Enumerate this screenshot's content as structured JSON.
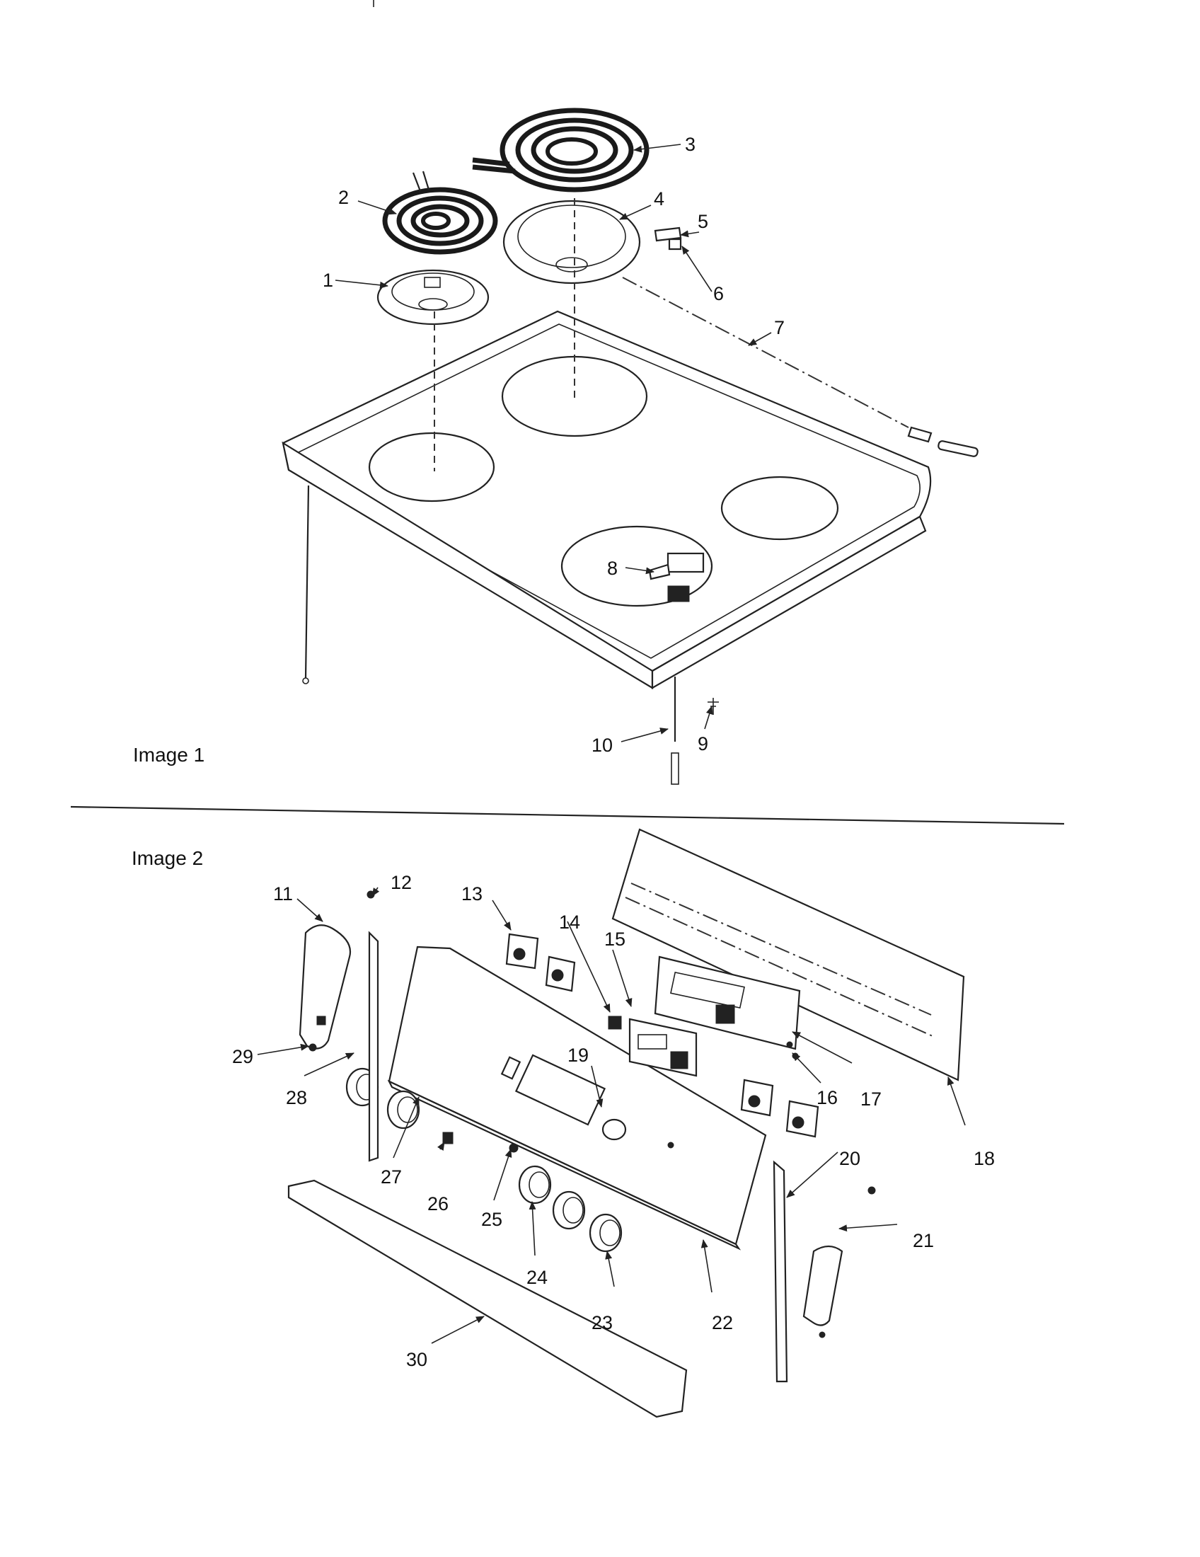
{
  "captions": {
    "image1": "Image 1",
    "image2": "Image 2"
  },
  "callouts": [
    "1",
    "2",
    "3",
    "4",
    "5",
    "6",
    "7",
    "8",
    "9",
    "10",
    "11",
    "12",
    "13",
    "14",
    "15",
    "16",
    "17",
    "18",
    "19",
    "20",
    "21",
    "22",
    "23",
    "24",
    "25",
    "26",
    "27",
    "28",
    "29",
    "30"
  ]
}
